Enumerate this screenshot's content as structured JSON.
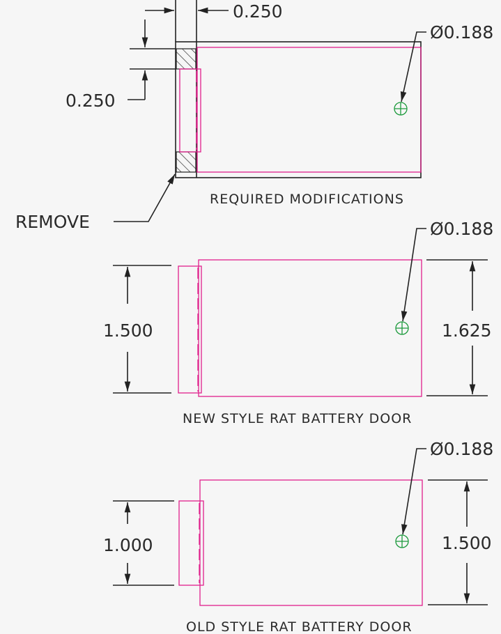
{
  "colors": {
    "part_outline": "#e0208c",
    "hole_marker": "#1c9a3c",
    "ink": "#222222",
    "paper": "#f6f6f6"
  },
  "icons": {
    "hole": "circle-crosshair-icon",
    "arrow": "arrowhead-icon"
  },
  "views": {
    "required": {
      "caption": "REQUIRED MODIFICATIONS",
      "tab_width": "0.250",
      "tab_height": "0.250",
      "hole": "Ø0.188",
      "note": "REMOVE"
    },
    "new_style": {
      "caption": "NEW STYLE RAT BATTERY DOOR",
      "left_height": "1.500",
      "right_height": "1.625",
      "hole": "Ø0.188"
    },
    "old_style": {
      "caption": "OLD STYLE RAT BATTERY DOOR",
      "left_height": "1.000",
      "right_height": "1.500",
      "hole": "Ø0.188"
    }
  }
}
